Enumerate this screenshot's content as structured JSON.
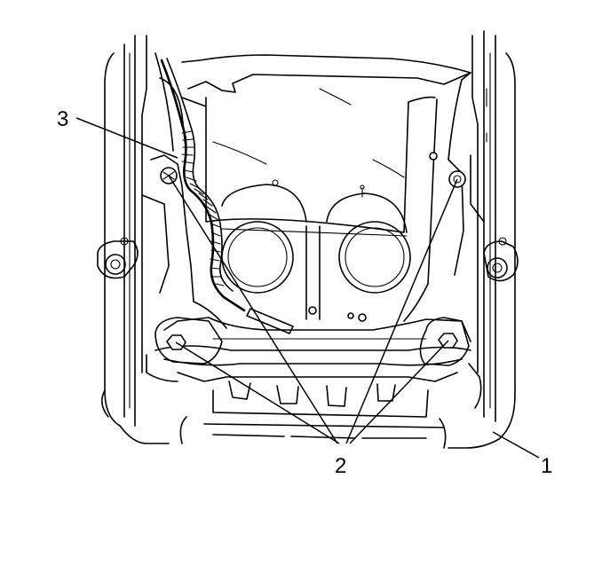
{
  "callouts": {
    "c1": "1",
    "c2": "2",
    "c3": "3"
  },
  "colors": {
    "line": "#000000",
    "background": "#ffffff"
  }
}
